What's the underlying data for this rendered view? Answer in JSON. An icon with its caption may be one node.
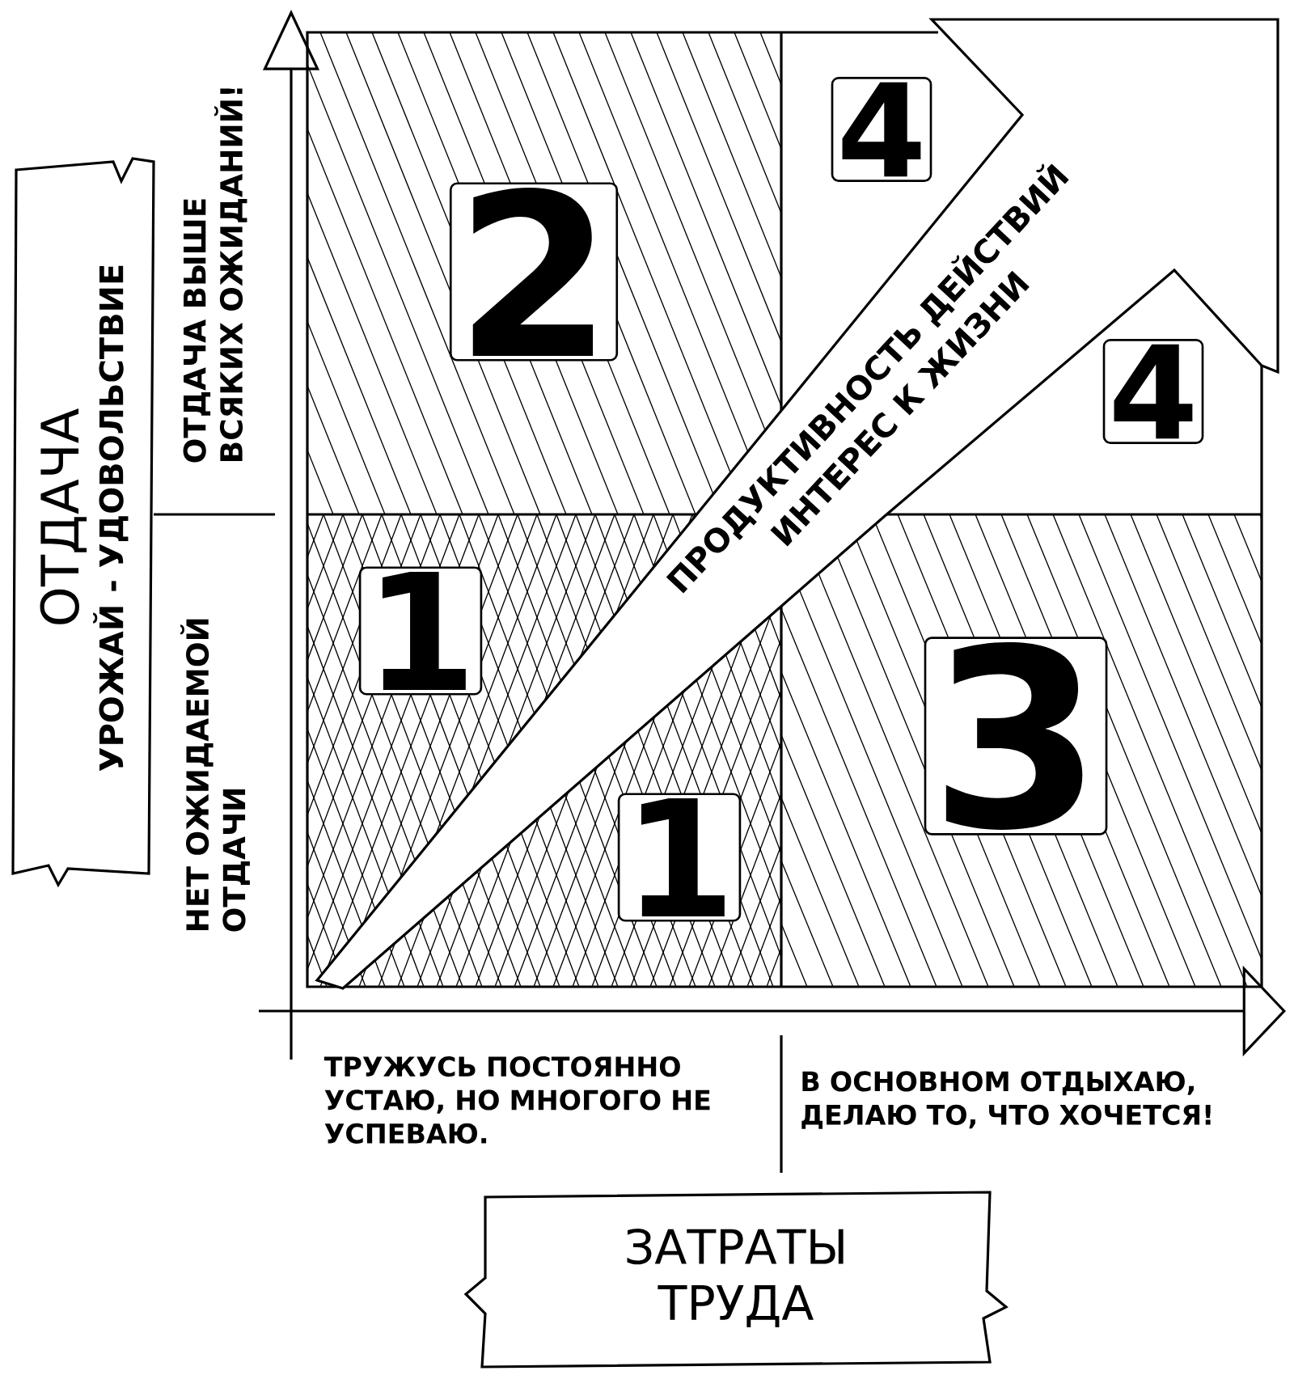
{
  "diagram": {
    "nodes": [
      {
        "text": [
          "ОТДАЧА",
          "УРОЖАЙ - УДОВОЛЬСТВИЕ"
        ]
      },
      {
        "text": [
          "ЗАТРАТЫ ТРУДА"
        ]
      },
      {
        "text": [
          "ПРОДУКТИВНОСТЬ ДЕЙСТВИЙ",
          "ИНТЕРЕС К ЖИЗНИ"
        ]
      }
    ],
    "labels": [
      "ОТДАЧА ВЫШЕ ВСЯКИХ ОЖИДАНИЙ!",
      "НЕТ ОЖИДАЕМОЙ ОТДАЧИ",
      "2",
      "4",
      "4",
      "1",
      "3",
      "1",
      "ТРУЖУСЬ ПОСТОЯННО УСТАЮ, НО МНОГОГО НЕ УСПЕВАЮ.",
      "В ОСНОВНОМ ОТДЫХАЮ, ДЕЛАЮ ТО, ЧТО ХОЧЕТСЯ!"
    ]
  }
}
